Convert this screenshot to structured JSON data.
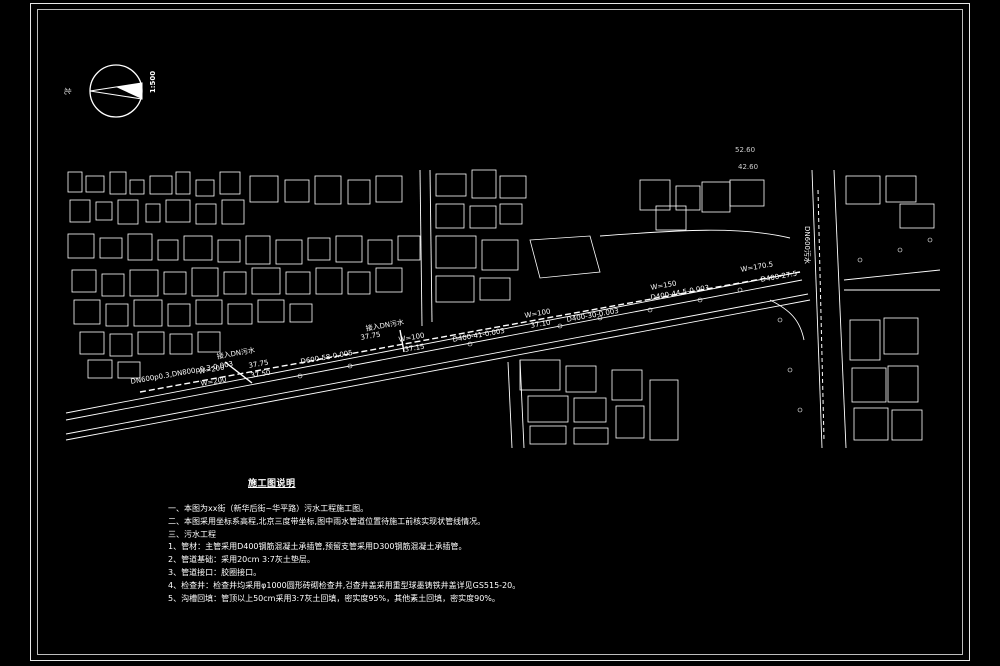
{
  "compass": {
    "north_label": "北",
    "scale_label": "1:500"
  },
  "elevations": {
    "top": "52.60",
    "bottom": "42.60"
  },
  "pipe_labels": {
    "main_pipe_west": "DN600p0.3,DN800p0.3-0.003",
    "segment_a": "D600-58-0.005",
    "segment_b": "D400-41-0.003",
    "segment_c": "D400-30-0.003",
    "segment_d": "D400-44.5-0.003",
    "segment_e": "D400-27.5",
    "sewer_west": "接入DN污水",
    "sewer_mid": "接入DN污水",
    "cross_pipe": "DN600污水",
    "well_west_1": "W=200",
    "well_west_2": "W=200",
    "well_mid_1": "W=100",
    "well_mid_2": "W=100",
    "well_east_1": "W=150",
    "well_east_2": "W=170.5",
    "level_1": "37.75",
    "level_2": "37.50",
    "level_3": "37.15",
    "level_4": "37.75",
    "level_5": "37.10"
  },
  "notes": {
    "title": "施工图说明",
    "lines": [
      "一、本图为xx街（新华后街~华平路）污水工程施工图。",
      "二、本图采用坐标系高程,北京三度带坐标,图中雨水管道位置待施工前核实现状管线情况。",
      "三、污水工程",
      "1、管材：主管采用D400钢筋混凝土承插管,预留支管采用D300钢筋混凝土承插管。",
      "2、管道基础：采用20cm 3:7灰土垫层。",
      "3、管道接口：胶圈接口。",
      "4、检查井：检查井均采用φ1000圆形砖砌检查井,검查井盖采用重型球墨铸铁井盖详见GS515-20。",
      "5、沟槽回填：管顶以上50cm采用3:7灰土回填，密实度95%，其他素土回填，密实度90%。"
    ]
  },
  "colors": {
    "background": "#000000",
    "line": "#ffffff",
    "frame": "#e8e8e8"
  }
}
